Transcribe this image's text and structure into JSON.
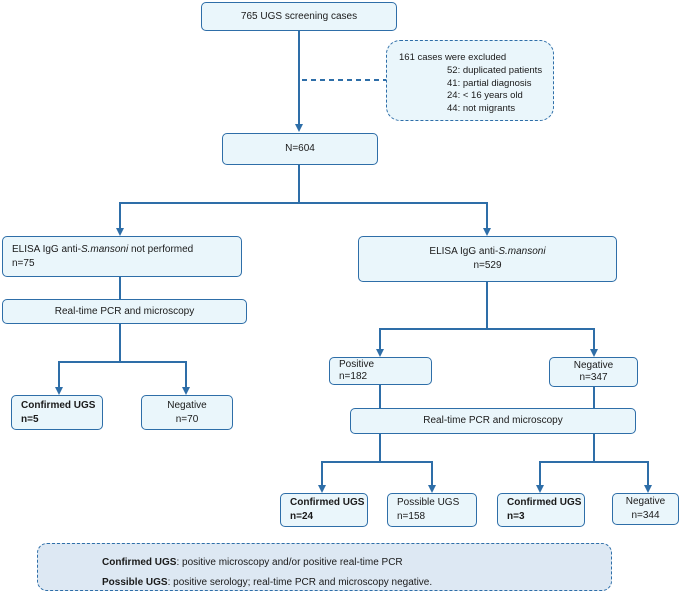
{
  "top": {
    "label": "765 UGS  screening cases"
  },
  "excluded": {
    "title": "161 cases were excluded",
    "items": [
      "52: duplicated patients",
      "41: partial diagnosis",
      "24: < 16 years old",
      "44: not migrants"
    ]
  },
  "n604": {
    "label": "N=604"
  },
  "left": {
    "elisa_pre": "ELISA IgG anti-",
    "elisa_species": "S.mansoni",
    "elisa_post": " not performed",
    "elisa_n": "n=75",
    "pcr": "Real-time PCR and microscopy",
    "confirmed_label": "Confirmed UGS",
    "confirmed_n": "n=5",
    "negative_label": "Negative",
    "negative_n": "n=70"
  },
  "right": {
    "elisa_pre": "ELISA IgG anti-",
    "elisa_species": "S.mansoni",
    "elisa_n": "n=529",
    "positive_label": "Positive",
    "positive_n": "n=182",
    "negative_label": "Negative",
    "negative_n": "n=347",
    "pcr": "Real-time PCR and microscopy",
    "confirmed_a_label": "Confirmed UGS",
    "confirmed_a_n": "n=24",
    "possible_label": "Possible UGS",
    "possible_n": "n=158",
    "confirmed_b_label": "Confirmed UGS",
    "confirmed_b_n": "n=3",
    "negative2_label": "Negative",
    "negative2_n": "n=344"
  },
  "legend": {
    "confirmed_term": "Confirmed UGS",
    "confirmed_def": ": positive microscopy and/or positive real-time PCR",
    "possible_term": "Possible UGS",
    "possible_def": ":  positive  serology; real-time PCR and microscopy negative."
  },
  "colors": {
    "line": "#2e6ea8",
    "box_fill": "#eaf6fb",
    "legend_fill": "#dde8f3"
  }
}
